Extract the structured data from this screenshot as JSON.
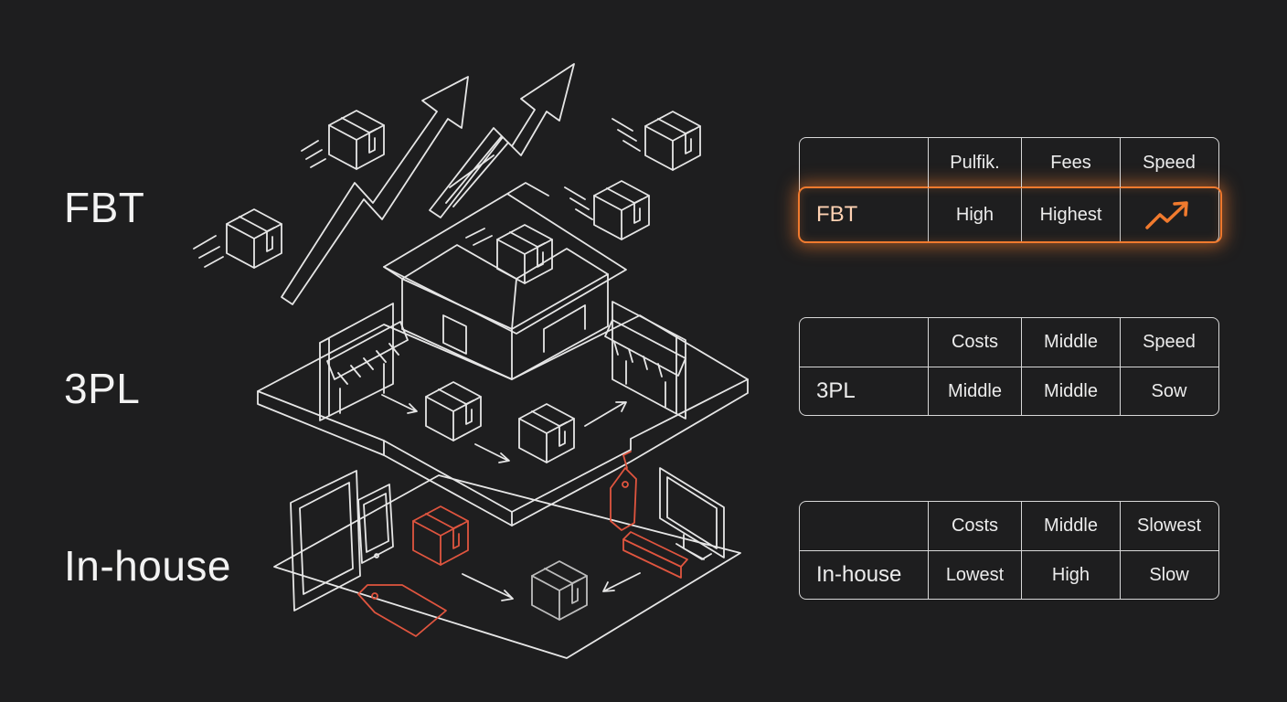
{
  "labels": {
    "fbt": "FBT",
    "threepl": "3PL",
    "inhouse": "In-house"
  },
  "tables": {
    "fbt": {
      "headers": [
        "",
        "Pulfik.",
        "Fees",
        "Speed"
      ],
      "row": [
        "FBT",
        "High",
        "Highest"
      ],
      "speed_icon": "trend-up-arrow-icon"
    },
    "threepl": {
      "headers": [
        "",
        "Costs",
        "Middle",
        "Speed"
      ],
      "row": [
        "3PL",
        "Middle",
        "Middle",
        "Sow"
      ]
    },
    "inhouse": {
      "headers": [
        "",
        "Costs",
        "Middle",
        "Slowest"
      ],
      "row": [
        "In-house",
        "Lowest",
        "High",
        "Slow"
      ]
    }
  },
  "colors": {
    "background": "#1e1e1f",
    "line": "#e6e6e6",
    "accent": "#f07a2e",
    "accent_red": "#e0553f"
  }
}
